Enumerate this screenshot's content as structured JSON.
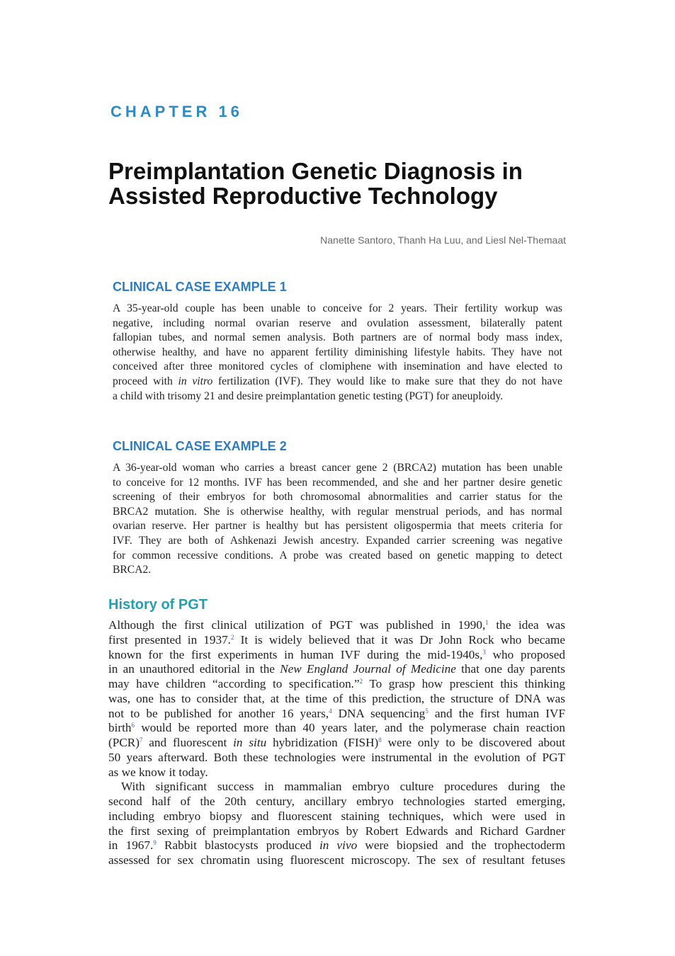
{
  "chapter": {
    "label": "CHAPTER 16",
    "title_line1": "Preimplantation Genetic Diagnosis in",
    "title_line2": "Assisted Reproductive Technology",
    "authors": "Nanette Santoro, Thanh Ha Luu, and Liesl Nel-Themaat"
  },
  "case1": {
    "heading": "CLINICAL CASE EXAMPLE 1",
    "lines": [
      "A 35-year-old couple has been unable to conceive for 2 years. Their fertility workup was",
      "negative, including normal ovarian reserve and ovulation assessment, bilaterally patent",
      "fallopian tubes, and normal semen analysis. Both partners are of normal body mass index,",
      "otherwise healthy, and have no apparent fertility diminishing lifestyle habits. They have not",
      "conceived after three monitored cycles of clomiphene with insemination and have elected to"
    ],
    "line6_pre": "proceed with ",
    "line6_em": "in vitro",
    "line6_post": " fertilization (IVF). They would like to make sure that they do not have",
    "line7": "a child with trisomy 21 and desire preimplantation genetic testing (PGT) for aneuploidy."
  },
  "case2": {
    "heading": "CLINICAL CASE EXAMPLE 2",
    "lines": [
      "A 36-year-old woman who carries a breast cancer gene 2 (BRCA2) mutation has been unable",
      "to conceive for 12 months. IVF has been recommended, and she and her partner desire genetic",
      "screening of their embryos for both chromosomal abnormalities and carrier status for the",
      "BRCA2 mutation. She is otherwise healthy, with regular menstrual periods, and has normal",
      "ovarian reserve. Her partner is healthy but has persistent oligospermia that meets criteria for",
      "IVF. They are both of Ashkenazi Jewish ancestry. Expanded carrier screening was negative",
      "for common recessive conditions. A probe was created based on genetic mapping to detect"
    ],
    "last_line": "BRCA2."
  },
  "history": {
    "heading": "History of PGT",
    "p1": {
      "l1_a": "Although the first clinical utilization of PGT was published in 1990,",
      "l1_ref": "1",
      "l1_b": " the idea was",
      "l2_a": "first presented in 1937.",
      "l2_ref": "2",
      "l2_b": " It is widely believed that it was Dr John Rock who became",
      "l3_a": "known for the first experiments in human IVF during the mid-1940s,",
      "l3_ref": "3",
      "l3_b": " who proposed",
      "l4_a": "in an unauthored editorial in the ",
      "l4_em": "New England Journal of Medicine",
      "l4_b": " that one day parents",
      "l5_a": "may have children “according to specification.”",
      "l5_ref": "2",
      "l5_b": " To grasp how prescient this thinking",
      "l6": "was, one has to consider that, at the time of this prediction, the structure of DNA was",
      "l7_a": "not to be published for another 16 years,",
      "l7_ref": "4",
      "l7_b": " DNA sequencing",
      "l7_ref2": "5",
      "l7_c": " and the first human IVF",
      "l8_a": "birth",
      "l8_ref": "6",
      "l8_b": " would be reported more than 40 years later, and the polymerase chain reaction",
      "l9_a": "(PCR)",
      "l9_ref": "7",
      "l9_b": " and fluorescent ",
      "l9_em": "in situ",
      "l9_c": " hybridization (FISH)",
      "l9_ref2": "8",
      "l9_d": " were only to be discovered about",
      "l10": "50 years afterward. Both these technologies were instrumental in the evolution of PGT",
      "l11": "as we know it today."
    },
    "p2": {
      "l1": "With significant success in mammalian embryo culture procedures during the",
      "l2": "second half of the 20th century, ancillary embryo technologies started emerging,",
      "l3": "including embryo biopsy and fluorescent staining techniques, which were used in",
      "l4": "the first sexing of preimplantation embryos by Robert Edwards and Richard Gardner",
      "l5_a": "in 1967.",
      "l5_ref": "9",
      "l5_b": " Rabbit blastocysts produced ",
      "l5_em": "in vivo",
      "l5_c": " were biopsied and the trophectoderm",
      "l6": "assessed for sex chromatin using fluorescent microscopy. The sex of resultant fetuses"
    }
  }
}
